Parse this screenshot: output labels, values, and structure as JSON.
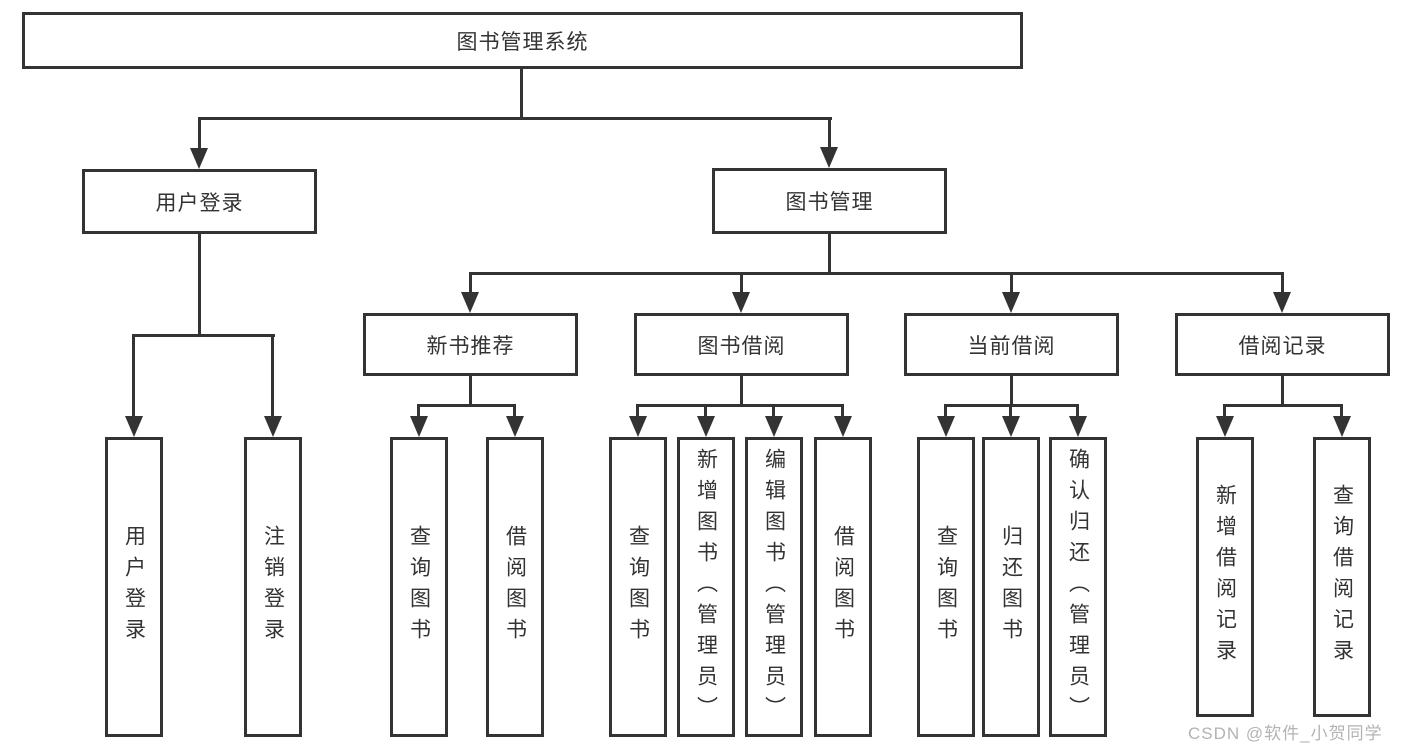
{
  "diagram_title": "图书管理系统",
  "tree": {
    "label": "图书管理系统",
    "children": [
      {
        "label": "用户登录",
        "children": [
          {
            "label": "用户登录"
          },
          {
            "label": "注销登录"
          }
        ]
      },
      {
        "label": "图书管理",
        "children": [
          {
            "label": "新书推荐",
            "children": [
              {
                "label": "查询图书"
              },
              {
                "label": "借阅图书"
              }
            ]
          },
          {
            "label": "图书借阅",
            "children": [
              {
                "label": "查询图书"
              },
              {
                "label": "新增图书（管理员）"
              },
              {
                "label": "编辑图书（管理员）"
              },
              {
                "label": "借阅图书"
              }
            ]
          },
          {
            "label": "当前借阅",
            "children": [
              {
                "label": "查询图书"
              },
              {
                "label": "归还图书"
              },
              {
                "label": "确认归还（管理员）"
              }
            ]
          },
          {
            "label": "借阅记录",
            "children": [
              {
                "label": "新增借阅记录"
              },
              {
                "label": "查询借阅记录"
              }
            ]
          }
        ]
      }
    ]
  },
  "watermark": {
    "text": "CSDN @软件_小贺同学"
  },
  "colors": {
    "line": "#333333",
    "text": "#333333",
    "background": "#ffffff",
    "watermark": "#b3b3b3"
  }
}
